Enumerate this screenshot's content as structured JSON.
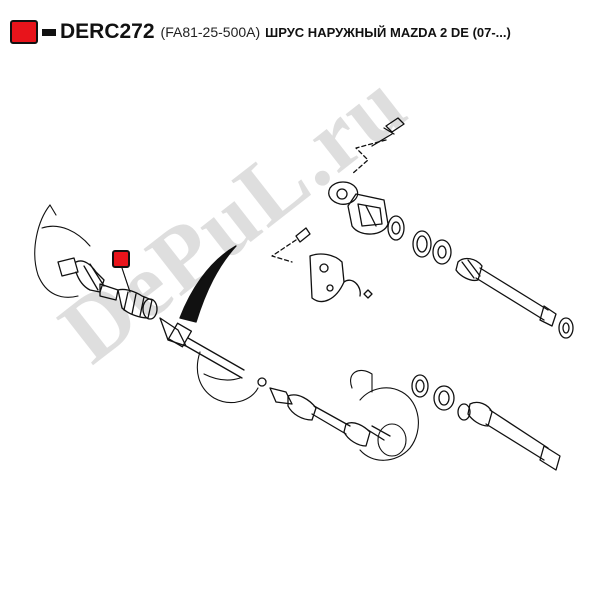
{
  "header": {
    "code": "DERC272",
    "oem": "(FA81-25-500A)",
    "title": "ШРУС НАРУЖНЫЙ MAZDA 2 DE (07-...)"
  },
  "watermark": "DePuL.ru",
  "colors": {
    "marker": "#e8141b",
    "line": "#111111"
  }
}
